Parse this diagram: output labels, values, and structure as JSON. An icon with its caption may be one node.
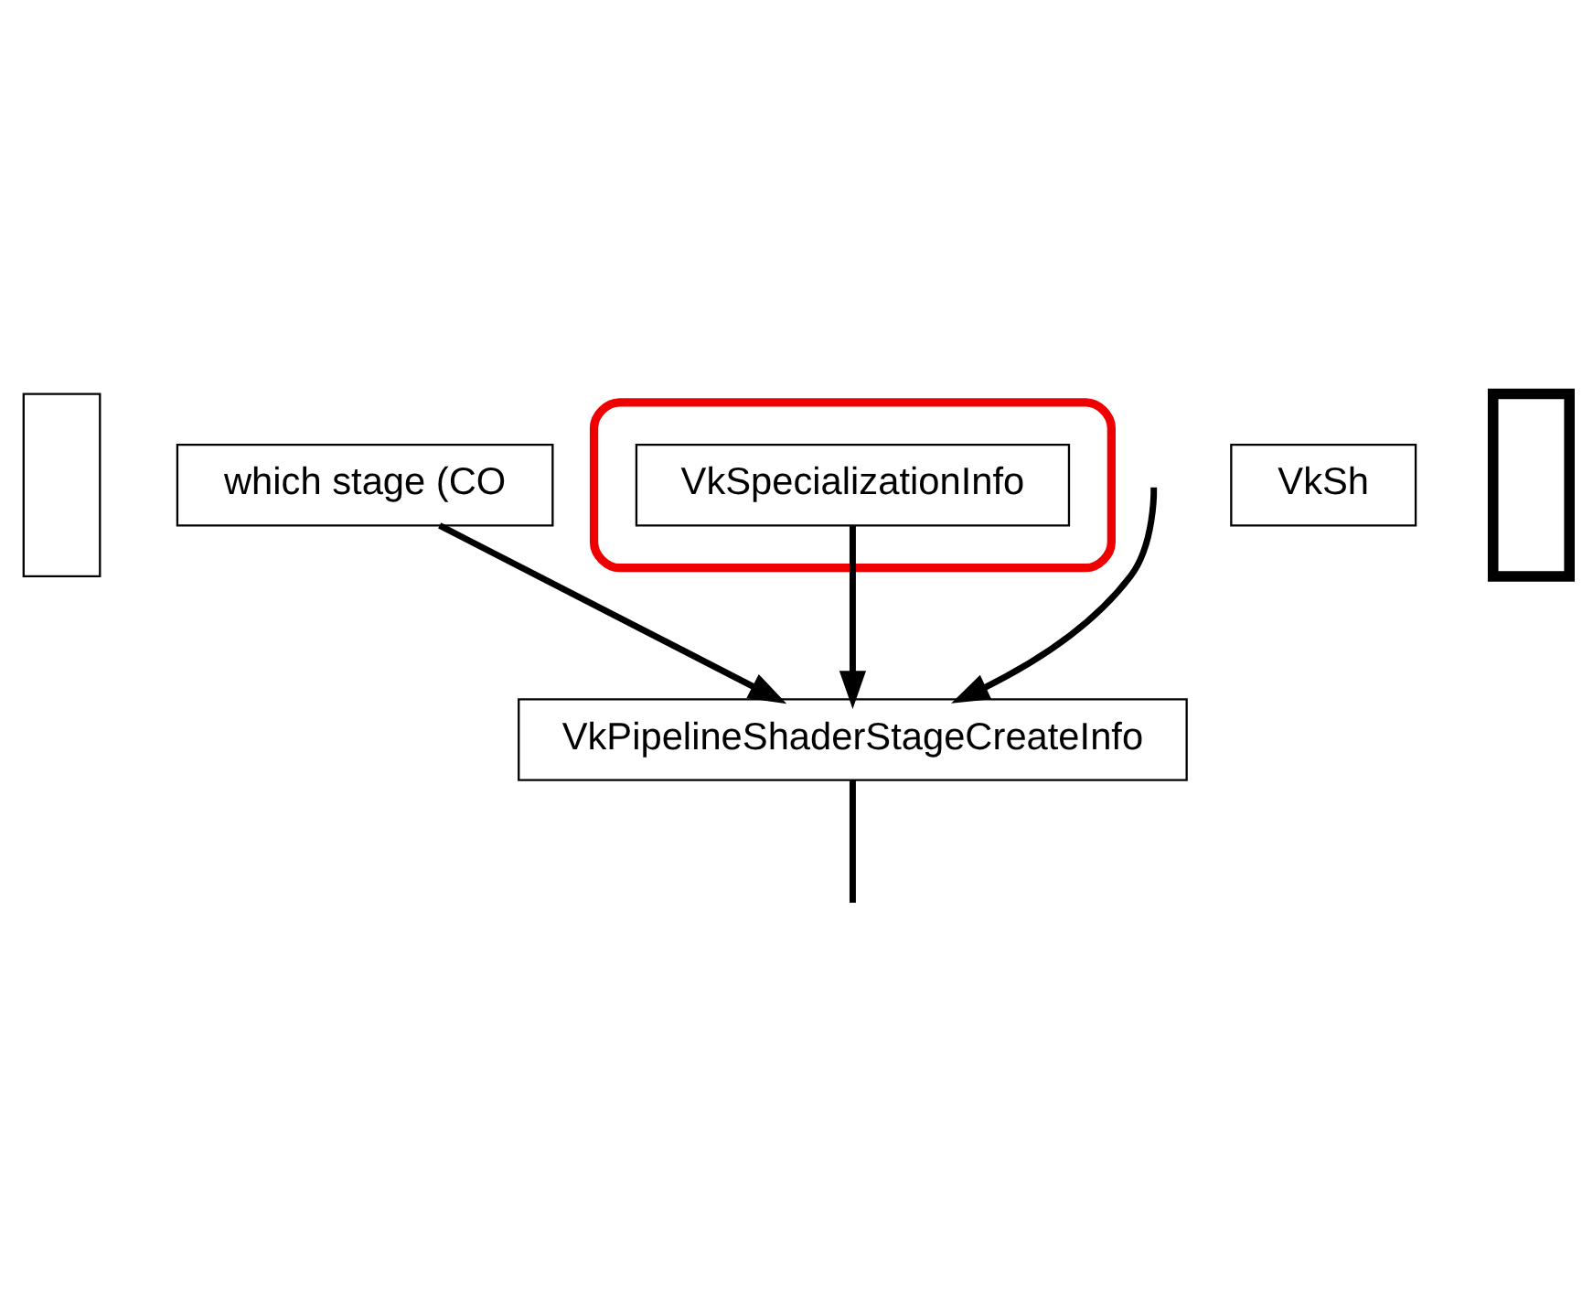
{
  "diagram": {
    "nodes": [
      {
        "text": [],
        "shape": "box"
      },
      {
        "text": [
          "which stage (CO"
        ]
      },
      {
        "text": [],
        "shape": "ellipse"
      },
      {
        "text": [
          "VkSpecializationInfo"
        ],
        "in": 2
      },
      {
        "text": [
          "VkSh"
        ]
      },
      {
        "text": [],
        "shape": "box"
      },
      {
        "text": [
          "VkPipelineShaderStageCreateInfo"
        ]
      }
    ],
    "edges": [
      {
        "from": 3,
        "to": 6,
        "arrow": "to"
      },
      {
        "from": 1,
        "to": 6,
        "arrow": "to"
      },
      {
        "from": null,
        "to": 6,
        "arrow": "to"
      },
      {
        "from": 6,
        "to": null,
        "arrow": "none"
      }
    ]
  }
}
